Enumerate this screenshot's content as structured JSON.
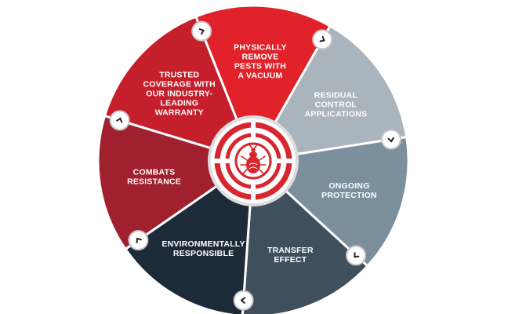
{
  "diagram": {
    "center_icon": "bed-bug-target-icon",
    "colors": {
      "center_ring": "#d7262d",
      "center_bg": "#ffffff",
      "connector_ring": "#c7c7c7",
      "arrow": "#222222"
    },
    "segments": [
      {
        "id": "physically-remove",
        "lines": [
          "PHYSICALLY",
          "REMOVE",
          "PESTS WITH",
          "A VACUUM"
        ],
        "color": "#e2222b"
      },
      {
        "id": "residual-control",
        "lines": [
          "RESIDUAL",
          "CONTROL",
          "APPLICATIONS"
        ],
        "color": "#a9b4bd"
      },
      {
        "id": "ongoing-protection",
        "lines": [
          "ONGOING",
          "PROTECTION"
        ],
        "color": "#7b8f9d"
      },
      {
        "id": "transfer-effect",
        "lines": [
          "TRANSFER",
          "EFFECT"
        ],
        "color": "#3f4f5c"
      },
      {
        "id": "environmentally-responsible",
        "lines": [
          "ENVIRONMENTALLY",
          "RESPONSIBLE"
        ],
        "color": "#1d2a37"
      },
      {
        "id": "combats-resistance",
        "lines": [
          "COMBATS",
          "RESISTANCE"
        ],
        "color": "#a0202d"
      },
      {
        "id": "trusted-coverage",
        "lines": [
          "TRUSTED",
          "COVERAGE WITH",
          "OUR INDUSTRY-",
          "LEADING",
          "WARRANTY"
        ],
        "color": "#c51f2c"
      }
    ]
  }
}
